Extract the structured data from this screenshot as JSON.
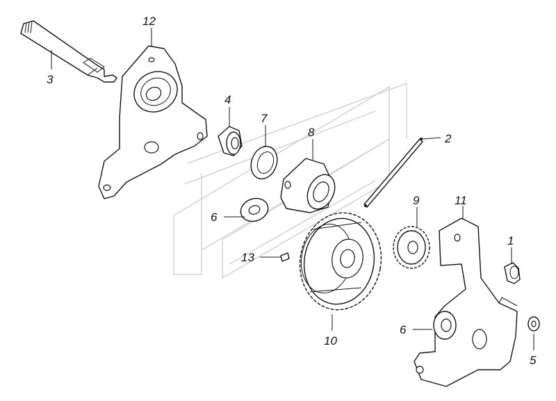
{
  "colors": {
    "line": "#111111",
    "watermark": "#c9c9c9",
    "background": "#ffffff"
  },
  "callouts": {
    "c1": "1",
    "c2": "2",
    "c3": "3",
    "c4": "4",
    "c5": "5",
    "c6a": "6",
    "c6b": "6",
    "c7": "7",
    "c8": "8",
    "c9": "9",
    "c10": "10",
    "c11": "11",
    "c12": "12",
    "c13": "13"
  }
}
